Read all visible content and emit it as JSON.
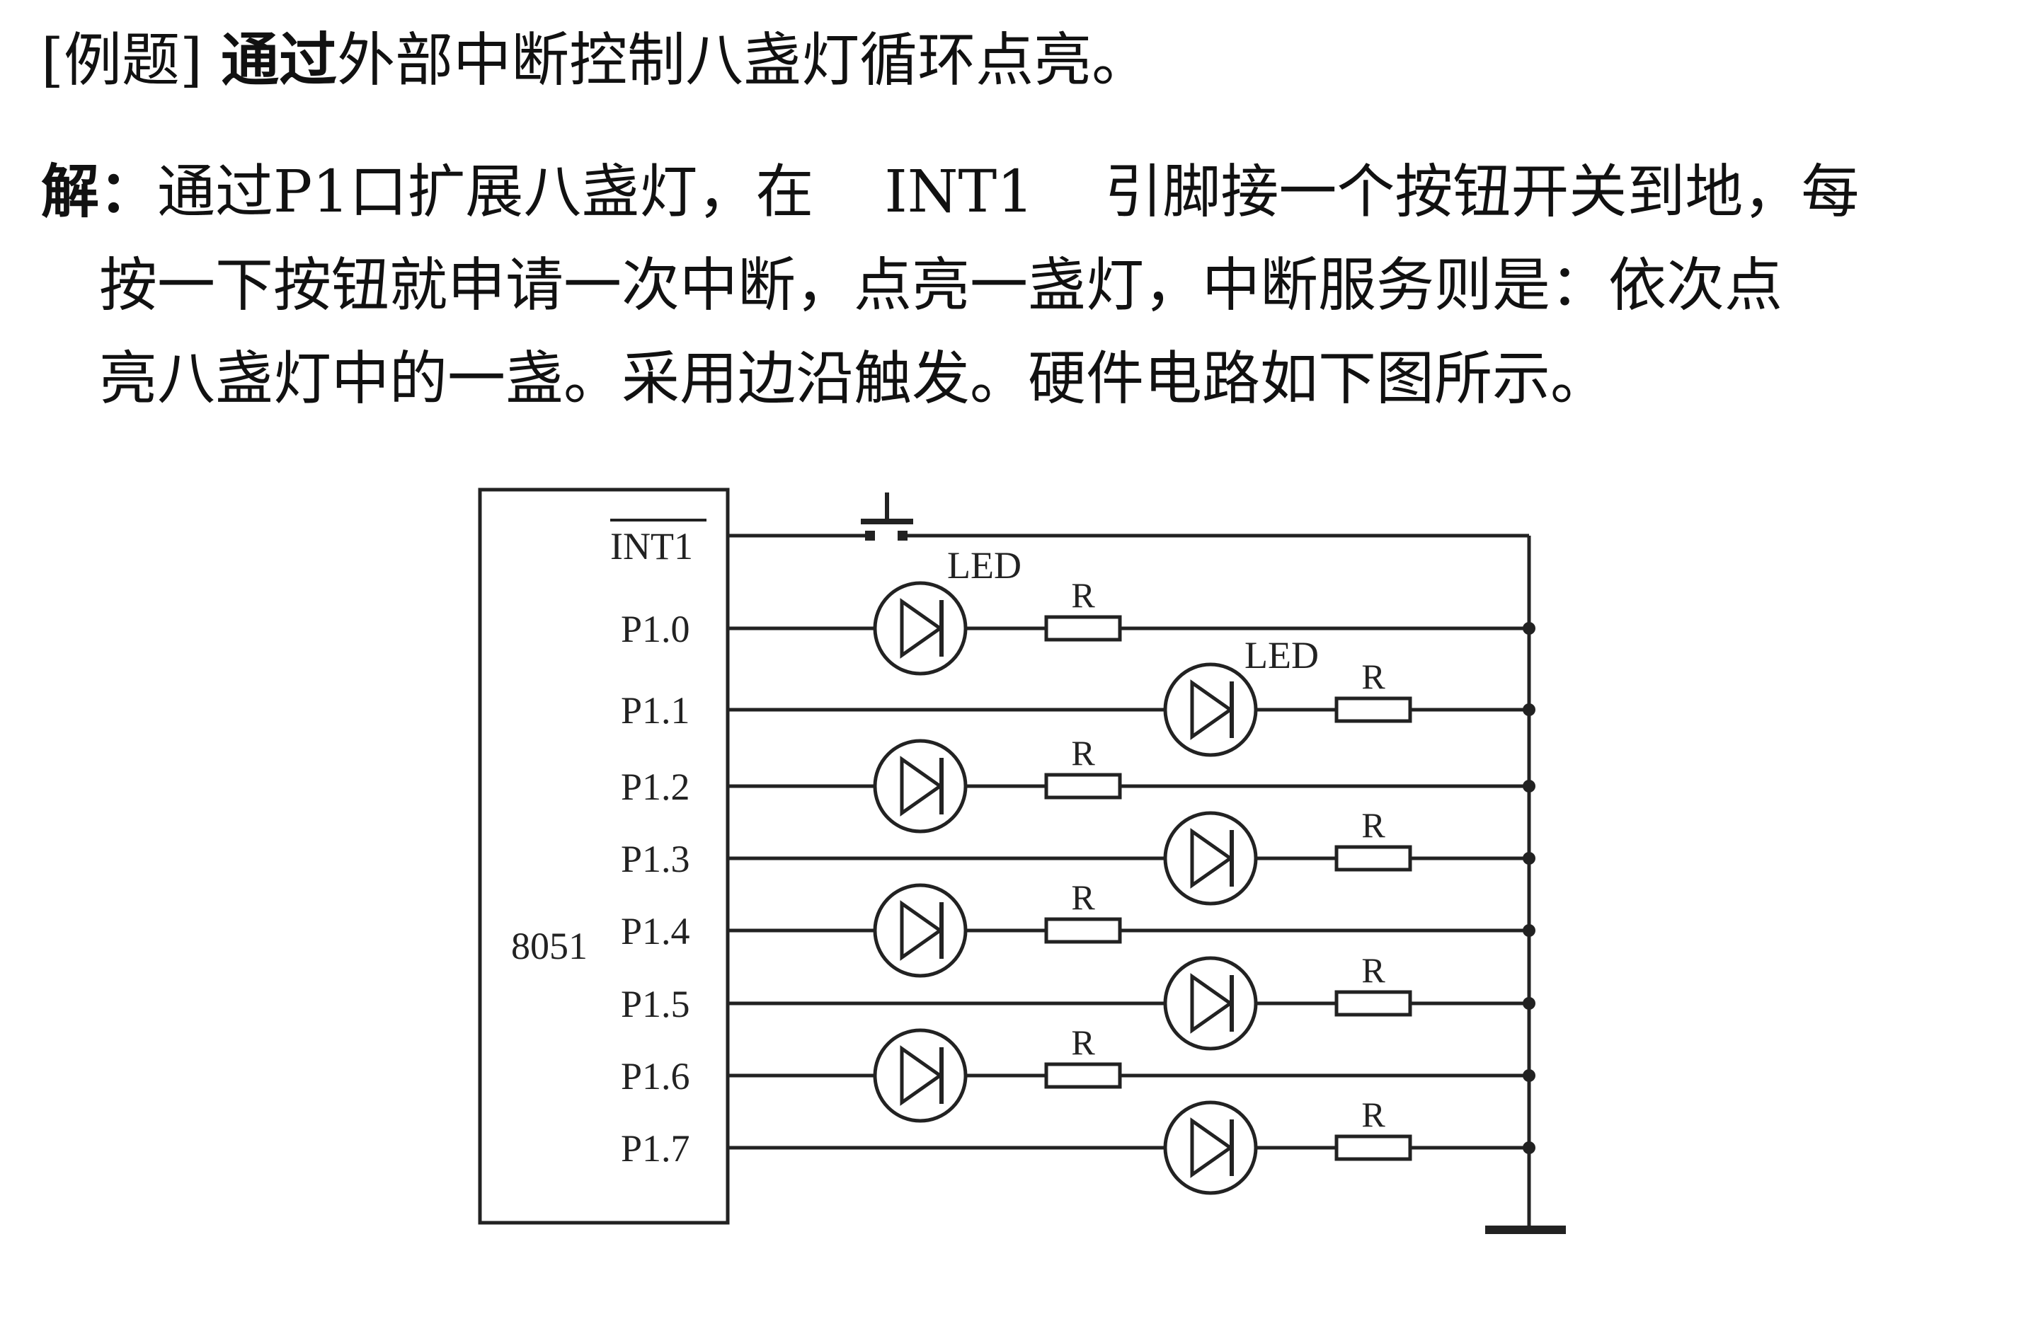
{
  "example": {
    "bracket_label": "[例题]",
    "bold_lead": "通过",
    "rest": "外部中断控制八盏灯循环点亮。"
  },
  "solution": {
    "label": "解：",
    "line1_a": "通过P1口扩展八盏灯，在",
    "line1_b": "INT1",
    "line1_c": "引脚接一个按钮开关到地，每",
    "line2": "按一下按钮就申请一次中断，点亮一盏灯，中断服务则是：依次点",
    "line3": "亮八盏灯中的一盏。采用边沿触发。硬件电路如下图所示。"
  },
  "circuit": {
    "chip_label": "8051",
    "int_pin": "INT1",
    "pins": [
      "P1.0",
      "P1.1",
      "P1.2",
      "P1.3",
      "P1.4",
      "P1.5",
      "P1.6",
      "P1.7"
    ],
    "led_label": "LED",
    "resistor_label": "R"
  }
}
